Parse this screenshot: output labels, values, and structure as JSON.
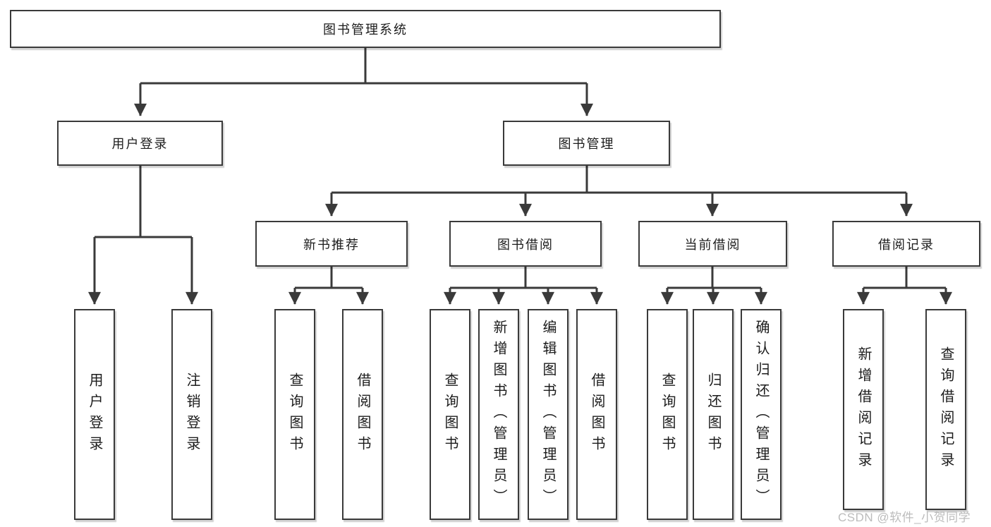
{
  "title": "图书管理系统",
  "watermark": "CSDN @软件_小贺同学",
  "level2": [
    "用户登录",
    "图书管理"
  ],
  "level3": [
    "新书推荐",
    "图书借阅",
    "当前借阅",
    "借阅记录"
  ],
  "leaves": [
    [
      "用户登录",
      "注销登录"
    ],
    [
      "查询图书",
      "借阅图书"
    ],
    [
      "查询图书",
      "新增图书（管理员）",
      "编辑图书（管理员）",
      "借阅图书"
    ],
    [
      "查询图书",
      "归还图书",
      "确认归还（管理员）"
    ],
    [
      "新增借阅记录",
      "查询借阅记录"
    ]
  ],
  "colors": {
    "line": "#3a3a3a",
    "background": "#ffffff",
    "text": "#1c1c1c",
    "watermark": "#bcbcbc"
  }
}
